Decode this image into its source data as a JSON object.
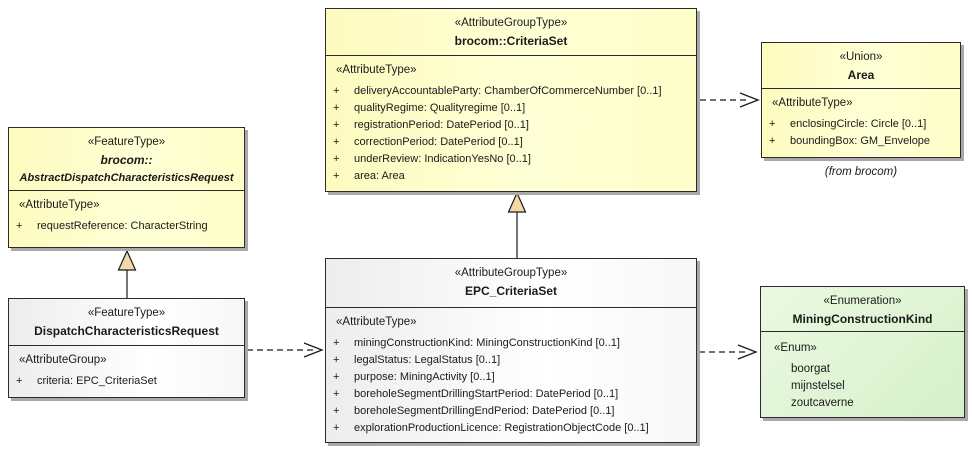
{
  "ui": {
    "plus": "+"
  },
  "colors": {
    "yellow_fill": "#FEFEC8",
    "white_fill": "#F5F5F5",
    "green_fill": "#D9F1CC",
    "border": "#2B2B2B",
    "shadow": "#A9A9A9",
    "generalization_triangle_fill": "#F2D9A8",
    "connector": "#1A1A1A"
  },
  "boxes": {
    "criteriaset": {
      "stereotype": "«AttributeGroupType»",
      "name": "brocom::CriteriaSet",
      "section_label": "«AttributeType»",
      "attributes": [
        "deliveryAccountableParty: ChamberOfCommerceNumber [0..1]",
        "qualityRegime: Qualityregime [0..1]",
        "registrationPeriod: DatePeriod [0..1]",
        "correctionPeriod: DatePeriod [0..1]",
        "underReview: IndicationYesNo [0..1]",
        "area: Area"
      ]
    },
    "area": {
      "stereotype": "«Union»",
      "name": "Area",
      "section_label": "«AttributeType»",
      "attributes": [
        "enclosingCircle: Circle [0..1]",
        "boundingBox: GM_Envelope"
      ],
      "note": "(from brocom)"
    },
    "abstract_request": {
      "stereotype": "«FeatureType»",
      "name_line1": "brocom::",
      "name_line2": "AbstractDispatchCharacteristicsRequest",
      "section_label": "«AttributeType»",
      "attributes": [
        "requestReference: CharacterString"
      ]
    },
    "dispatch_request": {
      "stereotype": "«FeatureType»",
      "name": "DispatchCharacteristicsRequest",
      "section_label": "«AttributeGroup»",
      "attributes": [
        "criteria: EPC_CriteriaSet"
      ]
    },
    "epc_criteriaset": {
      "stereotype": "«AttributeGroupType»",
      "name": "EPC_CriteriaSet",
      "section_label": "«AttributeType»",
      "attributes": [
        "miningConstructionKind: MiningConstructionKind [0..1]",
        "legalStatus: LegalStatus [0..1]",
        "purpose: MiningActivity [0..1]",
        "boreholeSegmentDrillingStartPeriod: DatePeriod [0..1]",
        "boreholeSegmentDrillingEndPeriod: DatePeriod [0..1]",
        "explorationProductionLicence: RegistrationObjectCode [0..1]"
      ]
    },
    "mining_construction_kind": {
      "stereotype": "«Enumeration»",
      "name": "MiningConstructionKind",
      "section_label": "«Enum»",
      "literals": [
        "boorgat",
        "mijnstelsel",
        "zoutcaverne"
      ]
    }
  }
}
